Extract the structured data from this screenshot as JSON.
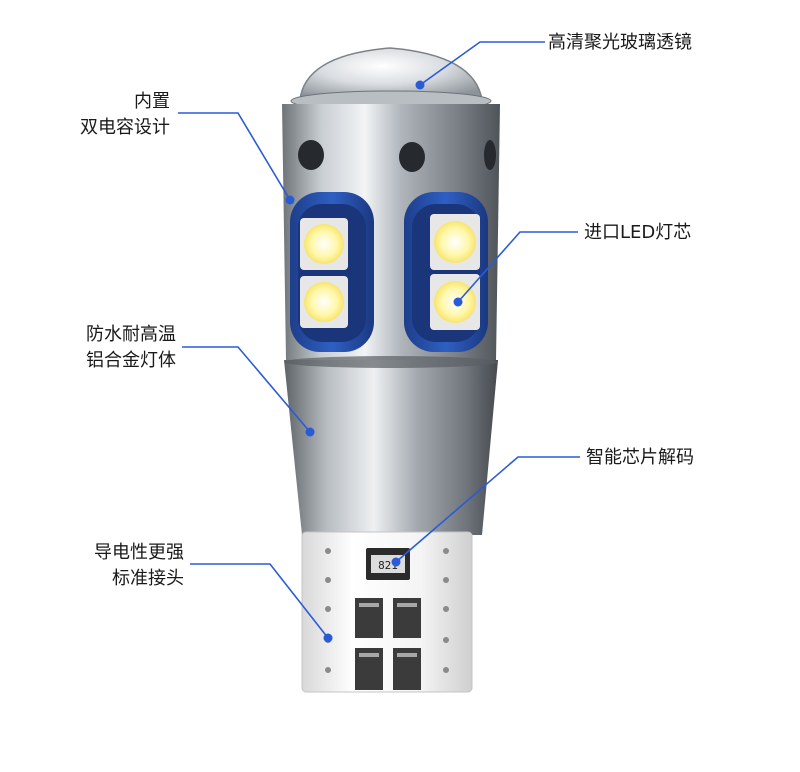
{
  "callouts": {
    "lens": "高清聚光玻璃透镜",
    "capacitor_line1": "内置",
    "capacitor_line2": "双电容设计",
    "led_chip": "进口LED灯芯",
    "alloy_line1": "防水耐高温",
    "alloy_line2": "铝合金灯体",
    "decoder": "智能芯片解码",
    "connector_line1": "导电性更强",
    "connector_line2": "标准接头"
  },
  "chip_marking": "821",
  "colors": {
    "callout_line": "#2a5bd7",
    "callout_dot": "#2a5bd7",
    "text": "#1a1a1a"
  }
}
